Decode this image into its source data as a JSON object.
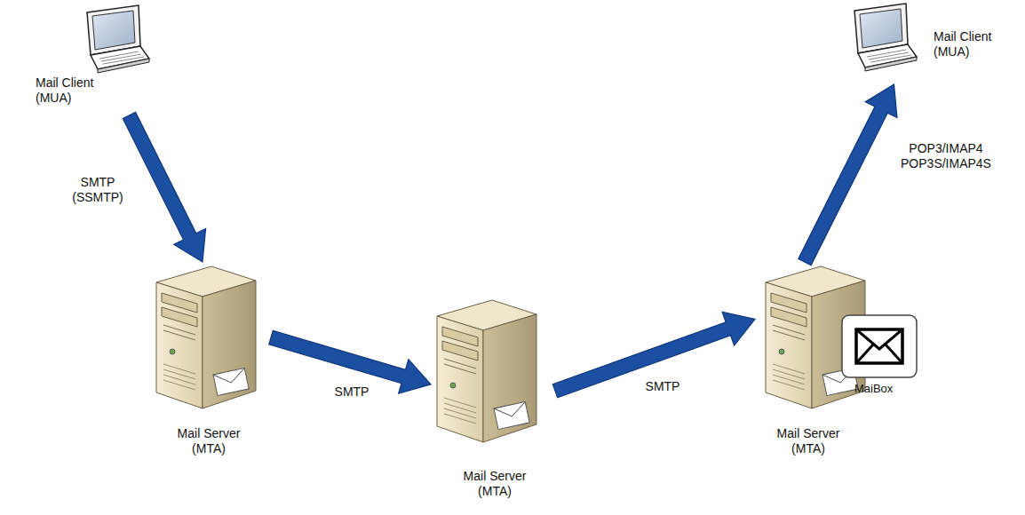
{
  "diagram": {
    "nodes": [
      {
        "text": [
          "Mail Client (MUA)"
        ]
      },
      {
        "text": [
          "Mail Server (MTA)"
        ]
      },
      {
        "text": [
          "Mail Server (MTA)"
        ]
      },
      {
        "text": [
          "Mail Server (MTA)"
        ]
      },
      {
        "text": [
          "Mail Client (MUA)"
        ]
      }
    ],
    "edges": [
      {
        "from": 0,
        "to": 1,
        "arrow": "to",
        "label": "SMTP (SSMTP)"
      },
      {
        "from": 1,
        "to": 2,
        "arrow": "to",
        "label": "SMTP"
      },
      {
        "from": 2,
        "to": 3,
        "arrow": "to",
        "label": "SMTP"
      },
      {
        "from": 3,
        "to": 4,
        "arrow": "to",
        "label": "POP3/IMAP4 POP3S/IMAP4S"
      }
    ],
    "labels": [
      "MaiBox"
    ]
  }
}
